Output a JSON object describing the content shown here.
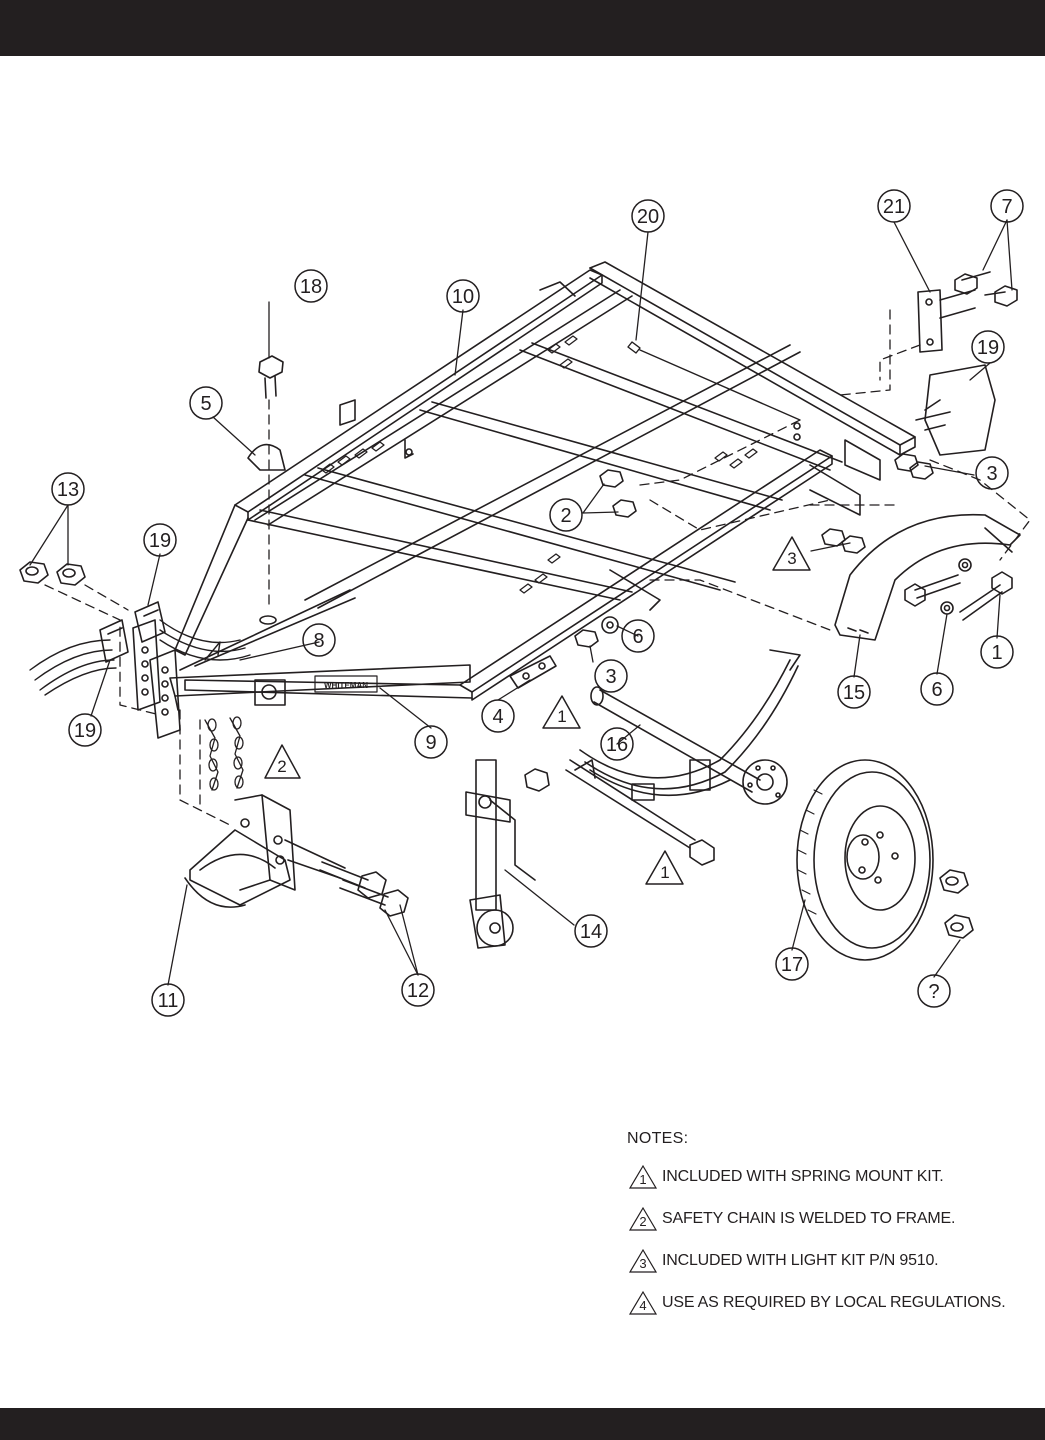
{
  "callouts": [
    "1",
    "2",
    "3",
    "4",
    "5",
    "6",
    "7",
    "8",
    "9",
    "10",
    "11",
    "12",
    "13",
    "14",
    "15",
    "16",
    "17",
    "18",
    "19",
    "20",
    "21",
    "?"
  ],
  "callout_extra": {
    "c19b": "19",
    "c19c": "19",
    "c3b": "3",
    "c6b": "6",
    "c12": "12",
    "c13": "13"
  },
  "note_triangles": {
    "t1a": "1",
    "t1b": "1",
    "t2": "2",
    "t3": "3"
  },
  "frame_logo": "WHITEMAN",
  "notes": {
    "title": "NOTES:",
    "items": [
      {
        "num": "1",
        "text": "INCLUDED WITH SPRING MOUNT KIT."
      },
      {
        "num": "2",
        "text": "SAFETY CHAIN IS WELDED TO FRAME."
      },
      {
        "num": "3",
        "text": "INCLUDED WITH LIGHT KIT P/N 9510."
      },
      {
        "num": "4",
        "text": "USE AS REQUIRED BY LOCAL REGULATIONS."
      }
    ]
  },
  "colors": {
    "ink": "#231f20",
    "paper": "#ffffff",
    "bars": "#231f20"
  }
}
